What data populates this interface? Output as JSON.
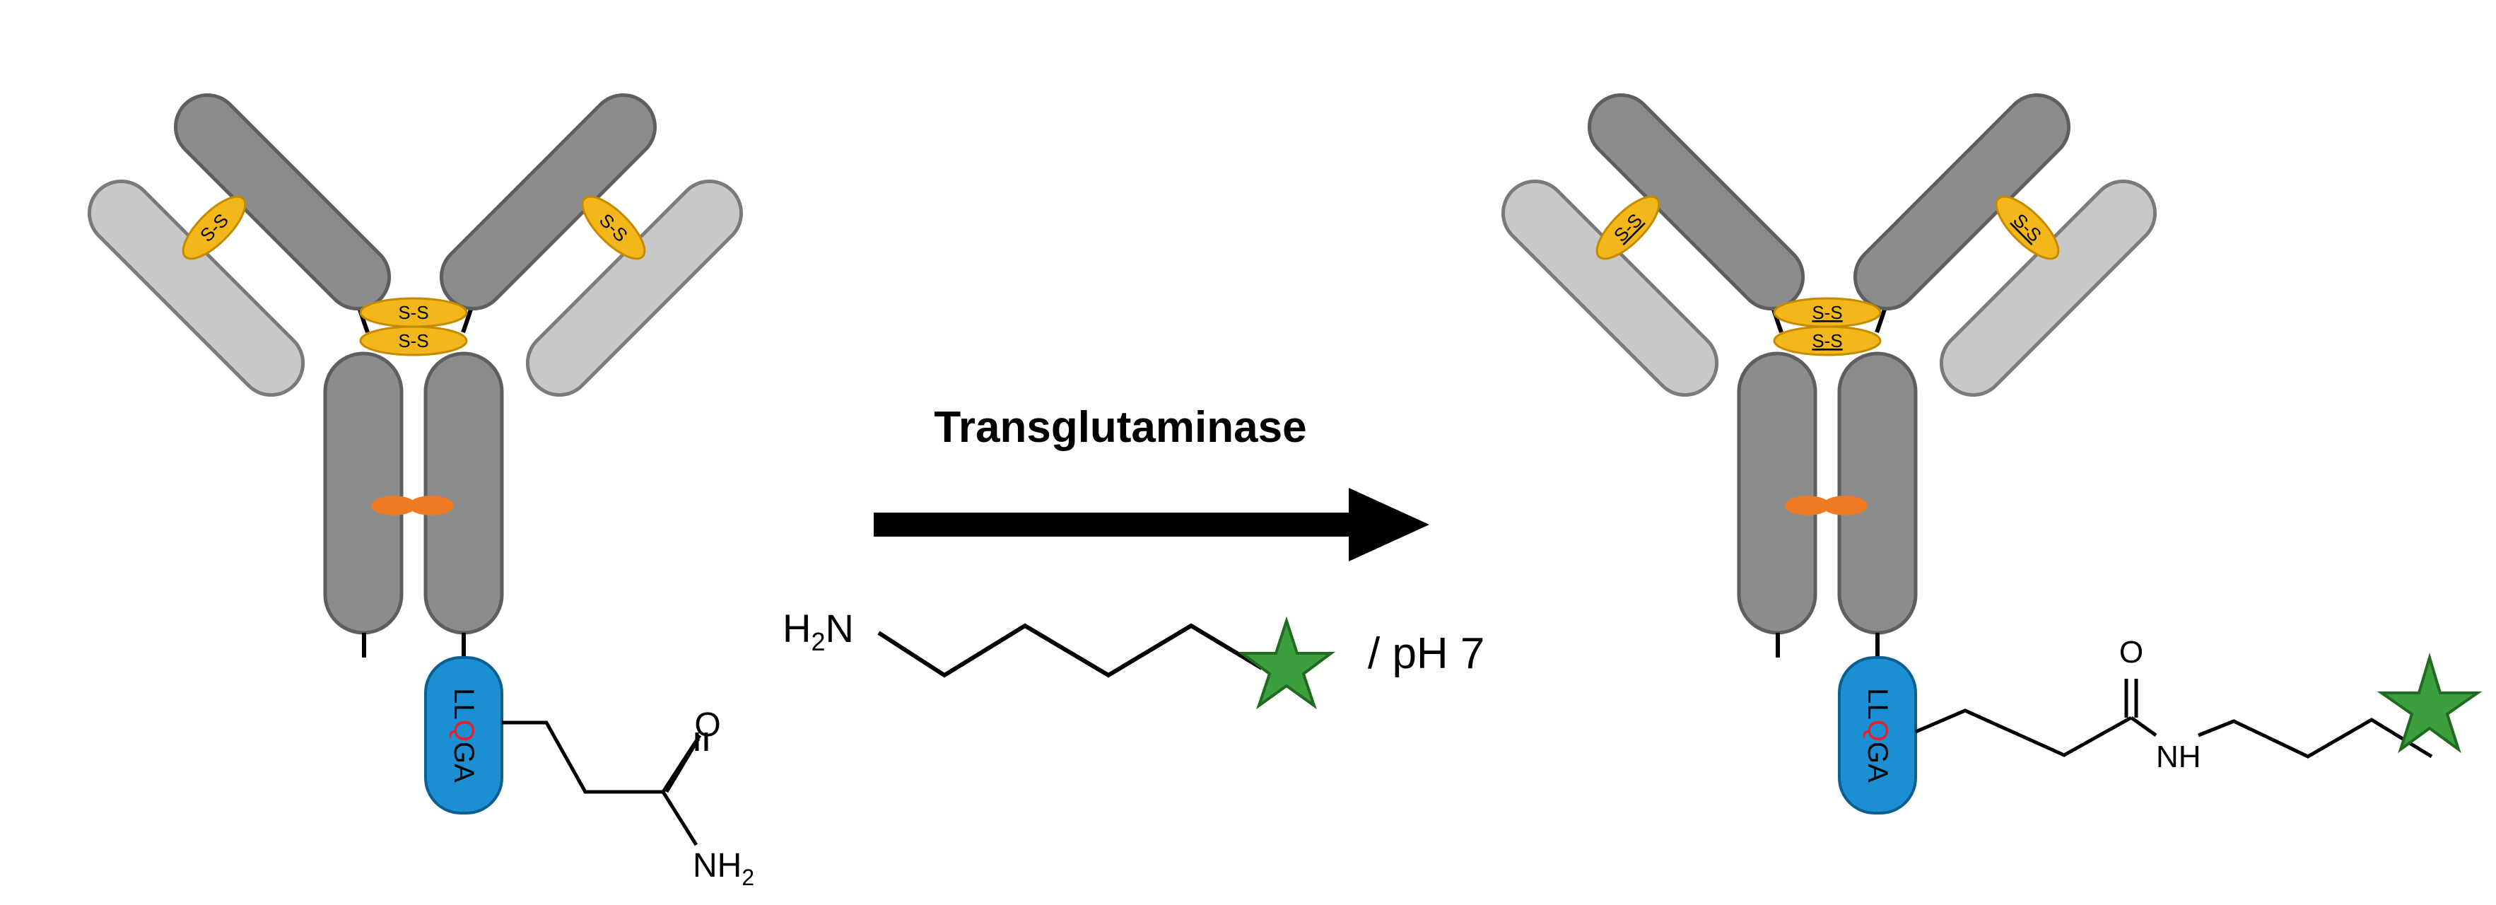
{
  "reaction": {
    "enzyme_label": "Transglutaminase",
    "condition_label": "/ pH 7"
  },
  "labels": {
    "disulfide": "S-S",
    "tag_sequence_prefix": "LL",
    "tag_reactive_residue": "Q",
    "tag_sequence_suffix": "GA",
    "amine_h": "H",
    "amine_sub": "2",
    "amine_n": "N",
    "amide_nh": "NH",
    "amide_sub": "2",
    "carbonyl_o": "O",
    "product_nh": "NH",
    "product_o": "O"
  },
  "colors": {
    "heavy_chain": "#8c8c8c",
    "light_chain": "#c8c8c8",
    "disulfide_fill": "#f2b71a",
    "fc_knob": "#f07a24",
    "tag_fill": "#1b8fd2",
    "reactive_residue": "#e8202a",
    "payload_star": "#3d9e3d",
    "arrow": "#000000"
  }
}
